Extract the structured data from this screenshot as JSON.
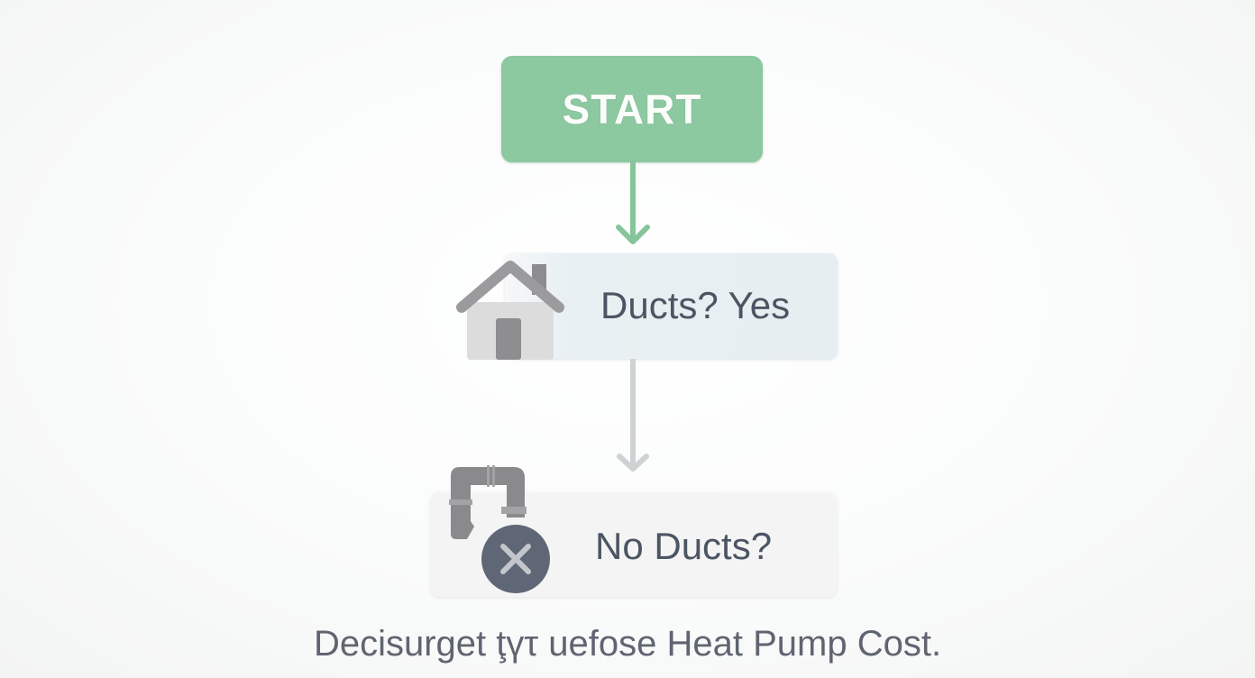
{
  "flowchart": {
    "start": {
      "label": "START",
      "color": "#8cc8a0"
    },
    "nodes": [
      {
        "id": "ducts-yes",
        "label": "Ducts? Yes",
        "icon": "house-icon"
      },
      {
        "id": "no-ducts",
        "label": "No Ducts?",
        "icon": "pipe-with-x-icon"
      }
    ],
    "connectors": [
      {
        "from": "start",
        "to": "ducts-yes",
        "color": "#86c59b"
      },
      {
        "from": "ducts-yes",
        "to": "no-ducts",
        "color": "#cfd2d3"
      }
    ],
    "caption": "Decisurget ţүτ uefose Heat Pump Cost."
  }
}
